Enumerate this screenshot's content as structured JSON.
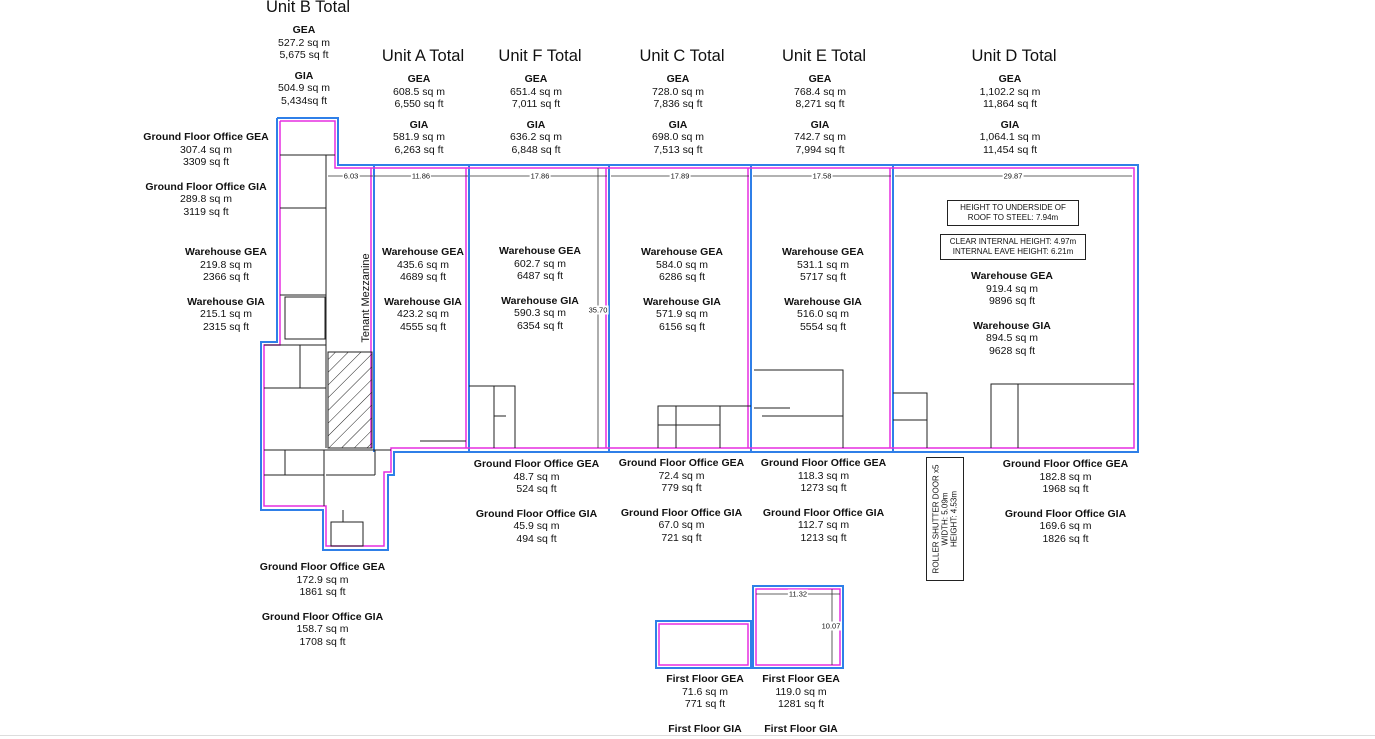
{
  "units": {
    "b": {
      "title": "Unit B Total",
      "gea_label": "GEA",
      "gea_sqm": "527.2 sq m",
      "gea_sqft": "5,675 sq ft",
      "gia_label": "GIA",
      "gia_sqm": "504.9 sq m",
      "gia_sqft": "5,434sq ft"
    },
    "a": {
      "title": "Unit A Total",
      "gea_label": "GEA",
      "gea_sqm": "608.5 sq m",
      "gea_sqft": "6,550 sq ft",
      "gia_label": "GIA",
      "gia_sqm": "581.9 sq m",
      "gia_sqft": "6,263 sq ft"
    },
    "f": {
      "title": "Unit F Total",
      "gea_label": "GEA",
      "gea_sqm": "651.4 sq m",
      "gea_sqft": "7,011 sq ft",
      "gia_label": "GIA",
      "gia_sqm": "636.2 sq m",
      "gia_sqft": "6,848 sq ft"
    },
    "c": {
      "title": "Unit C Total",
      "gea_label": "GEA",
      "gea_sqm": "728.0 sq m",
      "gea_sqft": "7,836 sq ft",
      "gia_label": "GIA",
      "gia_sqm": "698.0 sq m",
      "gia_sqft": "7,513 sq ft"
    },
    "e": {
      "title": "Unit E Total",
      "gea_label": "GEA",
      "gea_sqm": "768.4 sq m",
      "gea_sqft": "8,271 sq ft",
      "gia_label": "GIA",
      "gia_sqm": "742.7 sq m",
      "gia_sqft": "7,994 sq ft"
    },
    "d": {
      "title": "Unit D Total",
      "gea_label": "GEA",
      "gea_sqm": "1,102.2 sq m",
      "gea_sqft": "11,864 sq ft",
      "gia_label": "GIA",
      "gia_sqm": "1,064.1 sq m",
      "gia_sqft": "11,454 sq ft"
    }
  },
  "b_office": {
    "gea_label": "Ground Floor Office GEA",
    "gea_sqm": "307.4 sq m",
    "gea_sqft": "3309 sq ft",
    "gia_label": "Ground Floor Office GIA",
    "gia_sqm": "289.8 sq m",
    "gia_sqft": "3119 sq ft"
  },
  "b_warehouse": {
    "gea_label": "Warehouse GEA",
    "gea_sqm": "219.8 sq m",
    "gea_sqft": "2366 sq ft",
    "gia_label": "Warehouse GIA",
    "gia_sqm": "215.1 sq m",
    "gia_sqft": "2315 sq ft"
  },
  "a_warehouse": {
    "gea_label": "Warehouse GEA",
    "gea_sqm": "435.6 sq m",
    "gea_sqft": "4689 sq ft",
    "gia_label": "Warehouse GIA",
    "gia_sqm": "423.2 sq m",
    "gia_sqft": "4555 sq ft"
  },
  "f_warehouse": {
    "gea_label": "Warehouse GEA",
    "gea_sqm": "602.7 sq m",
    "gea_sqft": "6487 sq ft",
    "gia_label": "Warehouse GIA",
    "gia_sqm": "590.3 sq m",
    "gia_sqft": "6354 sq ft"
  },
  "c_warehouse": {
    "gea_label": "Warehouse GEA",
    "gea_sqm": "584.0 sq m",
    "gea_sqft": "6286 sq ft",
    "gia_label": "Warehouse GIA",
    "gia_sqm": "571.9 sq m",
    "gia_sqft": "6156 sq ft"
  },
  "e_warehouse": {
    "gea_label": "Warehouse GEA",
    "gea_sqm": "531.1 sq m",
    "gea_sqft": "5717 sq ft",
    "gia_label": "Warehouse GIA",
    "gia_sqm": "516.0 sq m",
    "gia_sqft": "5554 sq ft"
  },
  "d_warehouse": {
    "gea_label": "Warehouse GEA",
    "gea_sqm": "919.4 sq m",
    "gea_sqft": "9896 sq ft",
    "gia_label": "Warehouse GIA",
    "gia_sqm": "894.5 sq m",
    "gia_sqft": "9628 sq ft"
  },
  "a_office": {
    "gea_label": "Ground Floor Office GEA",
    "gea_sqm": "172.9 sq m",
    "gea_sqft": "1861 sq ft",
    "gia_label": "Ground Floor Office GIA",
    "gia_sqm": "158.7 sq m",
    "gia_sqft": "1708 sq ft"
  },
  "f_office": {
    "gea_label": "Ground Floor Office GEA",
    "gea_sqm": "48.7 sq m",
    "gea_sqft": "524 sq ft",
    "gia_label": "Ground Floor Office GIA",
    "gia_sqm": "45.9 sq m",
    "gia_sqft": "494 sq ft"
  },
  "c_office": {
    "gea_label": "Ground Floor Office GEA",
    "gea_sqm": "72.4 sq m",
    "gea_sqft": "779 sq ft",
    "gia_label": "Ground Floor Office GIA",
    "gia_sqm": "67.0 sq m",
    "gia_sqft": "721 sq ft"
  },
  "e_office": {
    "gea_label": "Ground Floor Office GEA",
    "gea_sqm": "118.3 sq m",
    "gea_sqft": "1273 sq ft",
    "gia_label": "Ground Floor Office GIA",
    "gia_sqm": "112.7 sq m",
    "gia_sqft": "1213 sq ft"
  },
  "d_office": {
    "gea_label": "Ground Floor Office GEA",
    "gea_sqm": "182.8 sq m",
    "gea_sqft": "1968 sq ft",
    "gia_label": "Ground Floor Office GIA",
    "gia_sqm": "169.6 sq m",
    "gia_sqft": "1826 sq ft"
  },
  "c_first": {
    "gea_label": "First Floor GEA",
    "gea_sqm": "71.6 sq m",
    "gea_sqft": "771 sq ft",
    "gia_label": "First Floor GIA"
  },
  "e_first": {
    "gea_label": "First Floor GEA",
    "gea_sqm": "119.0 sq m",
    "gea_sqft": "1281 sq ft",
    "gia_label": "First Floor GIA"
  },
  "mezzanine": "Tenant Mezzanine",
  "notes": {
    "height_roof": "HEIGHT TO UNDERSIDE OF ROOF TO STEEL: 7.94m",
    "clear_height": "CLEAR INTERNAL HEIGHT: 4.97m",
    "eave_height": "INTERNAL EAVE HEIGHT: 6.21m",
    "shutter_1": "ROLLER SHUTTER DOOR x5",
    "shutter_2": "WIDTH: 5.09m",
    "shutter_3": "HEIGHT: 4.53m"
  },
  "dimensions": {
    "w1": "6.03",
    "w2": "11.86",
    "w3": "17.86",
    "w4": "17.89",
    "w5": "17.58",
    "w6": "29.87",
    "depth": "35.70",
    "ff_w": "11.32",
    "ff_d": "10.07"
  },
  "colors": {
    "gea_outline": "#2f7fe8",
    "gia_outline": "#e52ee0",
    "wall": "#222222",
    "hatch": "#222222"
  }
}
